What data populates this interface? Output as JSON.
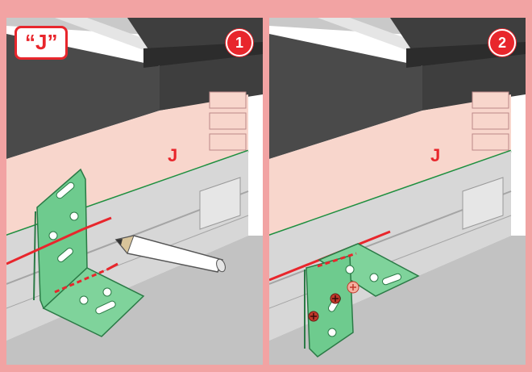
{
  "panel1": {
    "step": "1",
    "tag": "“J”",
    "mark": "J"
  },
  "panel2": {
    "step": "2",
    "mark": "J"
  },
  "colors": {
    "frame": "#f2a3a3",
    "accent": "#e8262c",
    "bracket": "#6ecb8e",
    "band": "#f8d6cc",
    "counter": "#3e3e3e",
    "line": "#1e8f3f"
  },
  "icons": [
    "pencil-icon",
    "screw-icon",
    "bracket-icon"
  ]
}
